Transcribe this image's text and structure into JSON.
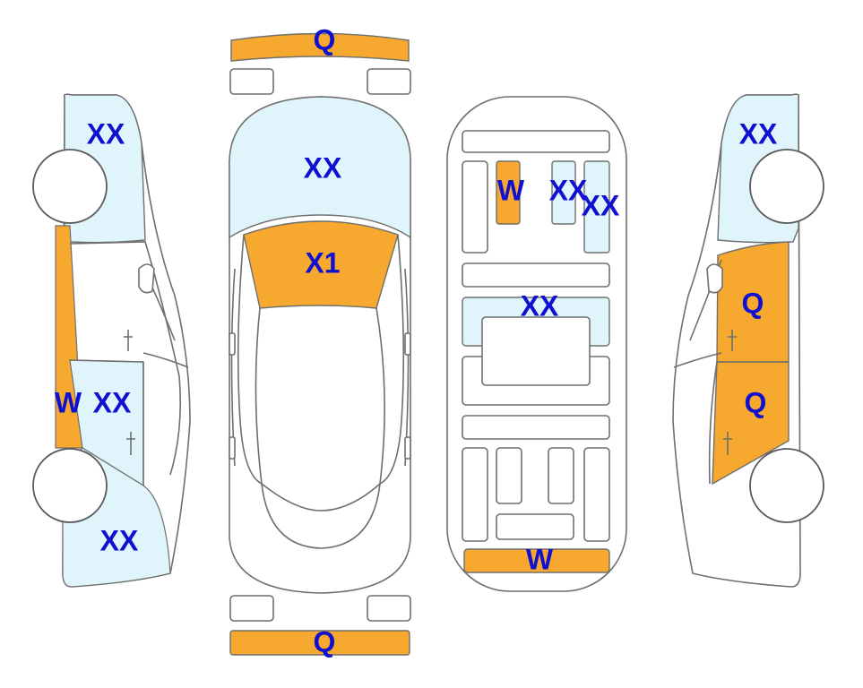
{
  "colors": {
    "damage_light": "#dff5fb",
    "damage_orange": "#f6a92e",
    "label_text": "#1010d0",
    "outline": "#6f6f6f"
  },
  "labels": {
    "front_bumper": "Q",
    "rear_bumper": "Q",
    "hood": "XX",
    "windshield": "X1",
    "left_front_fender": "XX",
    "left_pillar": "W",
    "left_rear_door": "XX",
    "left_rear_quarter": "XX",
    "roof_panel_w": "W",
    "roof_panel_xx_a": "XX",
    "roof_panel_xx_b": "XX",
    "roof_center": "XX",
    "rear_panel": "W",
    "right_front_fender": "XX",
    "right_front_door": "Q",
    "right_rear_door": "Q"
  }
}
